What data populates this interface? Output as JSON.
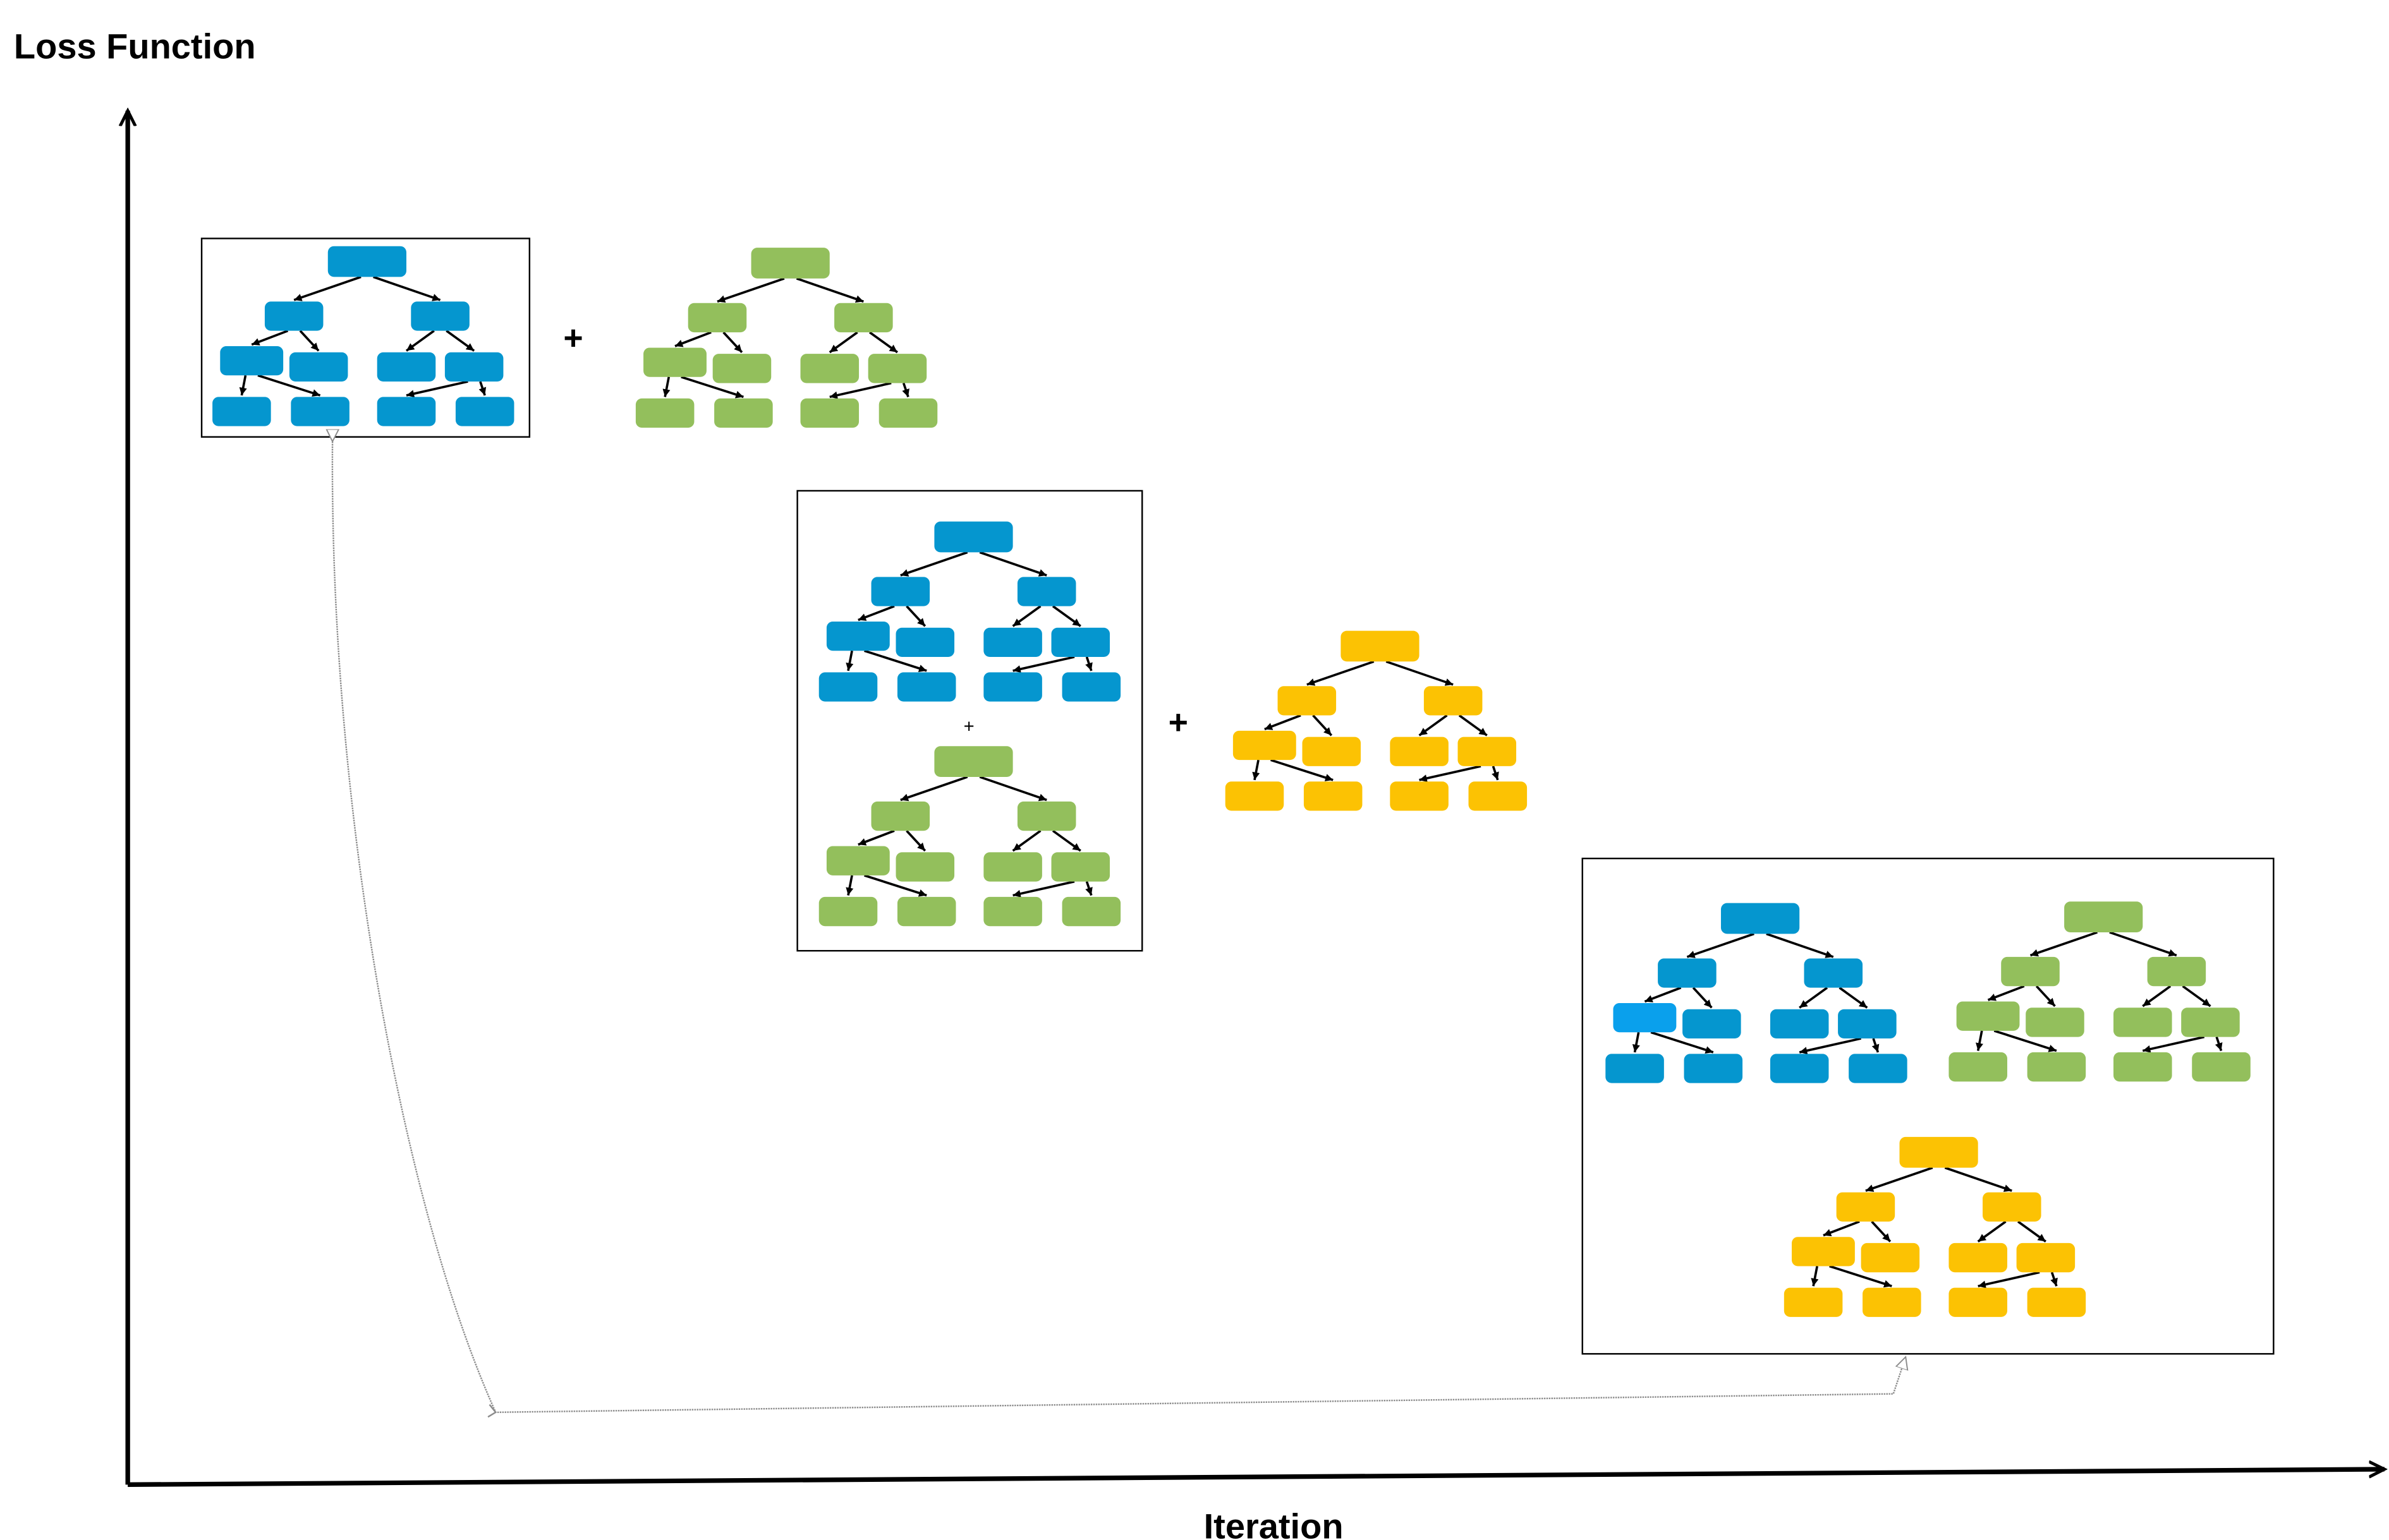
{
  "axes": {
    "y_label": "Loss Function",
    "x_label": "Iteration"
  },
  "operators": {
    "plus": "+",
    "plus_small": "+"
  },
  "colors": {
    "tree_1": "#0596cf",
    "tree_1_highlight": "#0aa0ec",
    "tree_2": "#93bf5c",
    "tree_3": "#fcc203",
    "axis": "#000000",
    "edge": "#000000",
    "frame": "#000000",
    "feedback_arrow": "#8c8c8c"
  },
  "diagram": {
    "stages": [
      {
        "stage": 1,
        "ensemble": [
          "tree_1"
        ],
        "next_tree": "tree_2"
      },
      {
        "stage": 2,
        "ensemble": [
          "tree_1",
          "tree_2"
        ],
        "next_tree": "tree_3"
      },
      {
        "stage": 3,
        "ensemble": [
          "tree_1",
          "tree_2",
          "tree_3"
        ],
        "next_tree": null
      }
    ]
  }
}
